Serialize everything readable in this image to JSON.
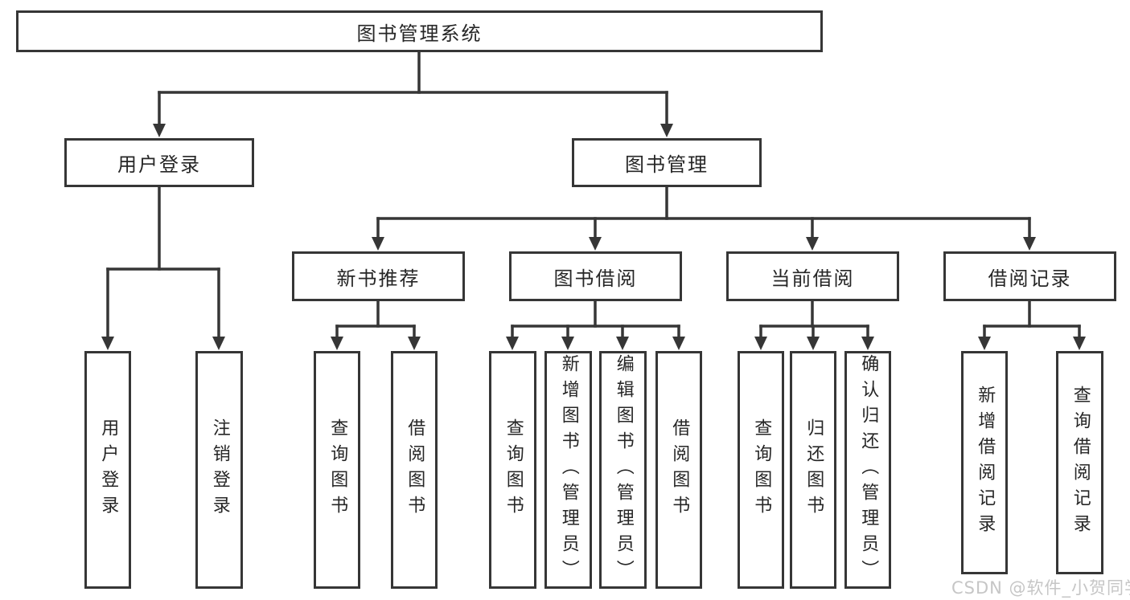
{
  "watermark": "CSDN @软件_小贺同学",
  "colors": {
    "line": "#363636",
    "box_border": "#363636",
    "text": "#262626",
    "watermark": "#c6c6c6",
    "background": "#ffffff"
  },
  "diagram": {
    "type": "hierarchy",
    "title": "图书管理系统",
    "nodes": [
      {
        "id": "book-management-system",
        "label": "图书管理系统",
        "level": 1
      },
      {
        "id": "user-login-group",
        "label": "用户登录",
        "level": 2
      },
      {
        "id": "book-management",
        "label": "图书管理",
        "level": 2
      },
      {
        "id": "new-book-recommend",
        "label": "新书推荐",
        "level": 3
      },
      {
        "id": "book-borrowing",
        "label": "图书借阅",
        "level": 3
      },
      {
        "id": "current-borrowing",
        "label": "当前借阅",
        "level": 3
      },
      {
        "id": "borrowing-records",
        "label": "借阅记录",
        "level": 3
      },
      {
        "id": "leaf-user-login",
        "label": "用户登录",
        "level": 4
      },
      {
        "id": "leaf-logout",
        "label": "注销登录",
        "level": 4
      },
      {
        "id": "leaf-query-books-1",
        "label": "查询图书",
        "level": 4
      },
      {
        "id": "leaf-borrow-books-1",
        "label": "借阅图书",
        "level": 4
      },
      {
        "id": "leaf-query-books-2",
        "label": "查询图书",
        "level": 4
      },
      {
        "id": "leaf-add-books-admin",
        "label": "新增图书（管理员）",
        "level": 4
      },
      {
        "id": "leaf-edit-books-admin",
        "label": "编辑图书（管理员）",
        "level": 4
      },
      {
        "id": "leaf-borrow-books-2",
        "label": "借阅图书",
        "level": 4
      },
      {
        "id": "leaf-query-books-3",
        "label": "查询图书",
        "level": 4
      },
      {
        "id": "leaf-return-books",
        "label": "归还图书",
        "level": 4
      },
      {
        "id": "leaf-confirm-return-admin",
        "label": "确认归还（管理员）",
        "level": 4
      },
      {
        "id": "leaf-add-borrow-record",
        "label": "新增借阅记录",
        "level": 4
      },
      {
        "id": "leaf-query-borrow-record",
        "label": "查询借阅记录",
        "level": 4
      }
    ],
    "edges": [
      {
        "from": "book-management-system",
        "to": [
          "user-login-group",
          "book-management"
        ]
      },
      {
        "from": "user-login-group",
        "to": [
          "leaf-user-login",
          "leaf-logout"
        ]
      },
      {
        "from": "book-management",
        "to": [
          "new-book-recommend",
          "book-borrowing",
          "current-borrowing",
          "borrowing-records"
        ]
      },
      {
        "from": "new-book-recommend",
        "to": [
          "leaf-query-books-1",
          "leaf-borrow-books-1"
        ]
      },
      {
        "from": "book-borrowing",
        "to": [
          "leaf-query-books-2",
          "leaf-add-books-admin",
          "leaf-edit-books-admin",
          "leaf-borrow-books-2"
        ]
      },
      {
        "from": "current-borrowing",
        "to": [
          "leaf-query-books-3",
          "leaf-return-books",
          "leaf-confirm-return-admin"
        ]
      },
      {
        "from": "borrowing-records",
        "to": [
          "leaf-add-borrow-record",
          "leaf-query-borrow-record"
        ]
      }
    ]
  }
}
